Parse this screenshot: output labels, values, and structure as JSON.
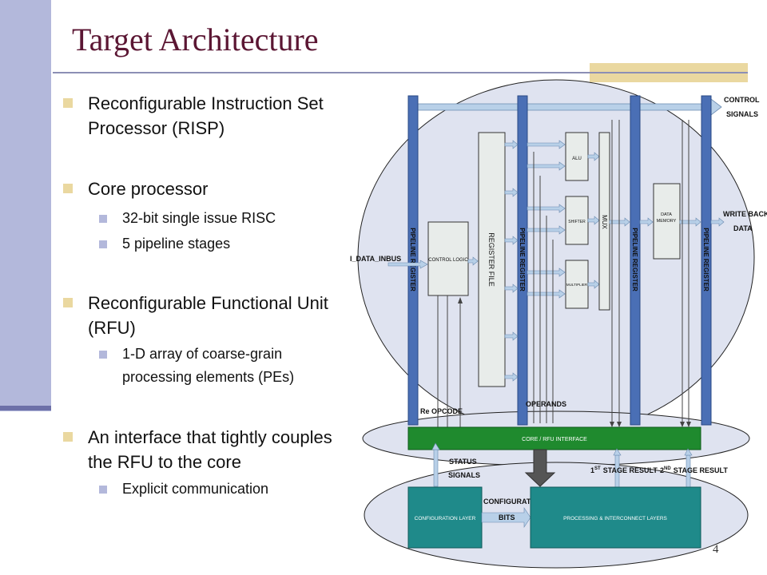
{
  "slide": {
    "title": "Target Architecture",
    "page_number": "4"
  },
  "bullets": [
    {
      "line1": "Reconfigurable Instruction Set",
      "line2": "Processor (RISP)"
    },
    {
      "line1": "Core processor",
      "subs": [
        {
          "line1": "32-bit single issue RISC"
        },
        {
          "line1": "5 pipeline stages"
        }
      ]
    },
    {
      "line1": "Reconfigurable Functional Unit",
      "line2": "(RFU)",
      "subs": [
        {
          "line1": "1-D array of coarse-grain",
          "line2": "processing elements (PEs)"
        }
      ]
    },
    {
      "line1": "An interface that tightly couples",
      "line2": "the RFU to the core",
      "subs": [
        {
          "line1": "Explicit communication"
        }
      ]
    }
  ],
  "diagram": {
    "pipeline_register": "PIPELINE REGISTER",
    "control_logic": "CONTROL LOGIC",
    "register_file": "REGISTER FILE",
    "alu": "ALU",
    "shifter": "SHIFTER",
    "multiplier": "MULTIPLIER",
    "mux": "MUX",
    "data_memory_1": "DATA",
    "data_memory_2": "MEMORY",
    "control_signals_1": "CONTROL",
    "control_signals_2": "SIGNALS",
    "write_back_1": "WRITE BACK",
    "write_back_2": "DATA",
    "data_inbus": "I_DATA_INBUS",
    "re_opcode": "Re OPCODE",
    "operands": "OPERANDS",
    "interface": "CORE / RFU INTERFACE",
    "status_1": "STATUS",
    "status_2": "SIGNALS",
    "stage1_num": "1",
    "stage1_sup": "ST",
    "stage1_text": "STAGE RESULT",
    "stage2_num": "2",
    "stage2_sup": "ND",
    "stage2_text": "STAGE RESULT",
    "config_layer": "CONFIGURATION LAYER",
    "config_bits_1": "CONFIGURATION",
    "config_bits_2": "BITS",
    "processing": "PROCESSING & INTERCONNECT LAYERS"
  },
  "colors": {
    "title": "#5b1633",
    "sidebar": "#b3b8db",
    "bullet_primary": "#ead8a0",
    "pipeline": "#4a6fb5",
    "interface": "#1f8a2e",
    "rfu_blocks": "#1f8a8a",
    "ellipse": "#dfe3f0"
  }
}
